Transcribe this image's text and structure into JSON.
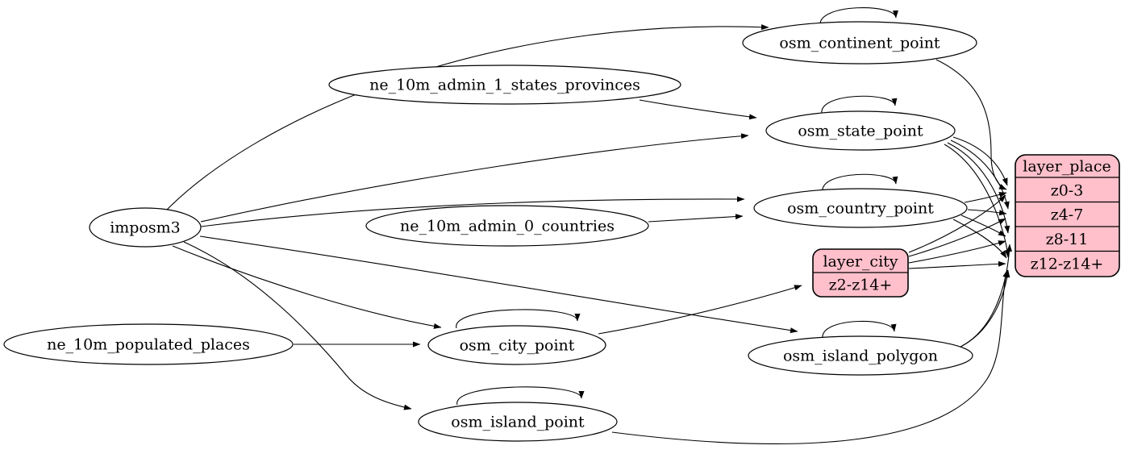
{
  "diagram": {
    "kind": "graphviz-etl-dependency-graph",
    "colors": {
      "background": "#ffffff",
      "node_fill": "#ffffff",
      "node_stroke": "#000000",
      "edge_stroke": "#000000",
      "record_fill": "#ffc0cb"
    },
    "nodes": {
      "imposm3": {
        "label": "imposm3"
      },
      "ne_admin1": {
        "label": "ne_10m_admin_1_states_provinces"
      },
      "ne_admin0": {
        "label": "ne_10m_admin_0_countries"
      },
      "ne_places": {
        "label": "ne_10m_populated_places"
      },
      "continent": {
        "label": "osm_continent_point"
      },
      "state": {
        "label": "osm_state_point"
      },
      "country": {
        "label": "osm_country_point"
      },
      "city": {
        "label": "osm_city_point"
      },
      "island_polygon": {
        "label": "osm_island_polygon"
      },
      "island_point": {
        "label": "osm_island_point"
      },
      "layer_city": {
        "title": "layer_city",
        "rows": [
          "z2-z14+"
        ]
      },
      "layer_place": {
        "title": "layer_place",
        "rows": [
          "z0-3",
          "z4-7",
          "z8-11",
          "z12-z14+"
        ]
      }
    },
    "edges": [
      {
        "from": "imposm3",
        "to": "osm_continent_point"
      },
      {
        "from": "imposm3",
        "to": "osm_state_point"
      },
      {
        "from": "imposm3",
        "to": "osm_country_point"
      },
      {
        "from": "imposm3",
        "to": "osm_city_point"
      },
      {
        "from": "imposm3",
        "to": "osm_island_polygon"
      },
      {
        "from": "imposm3",
        "to": "osm_island_point"
      },
      {
        "from": "ne_10m_admin_1_states_provinces",
        "to": "osm_state_point"
      },
      {
        "from": "ne_10m_admin_0_countries",
        "to": "osm_country_point"
      },
      {
        "from": "ne_10m_populated_places",
        "to": "osm_city_point"
      },
      {
        "from": "osm_continent_point",
        "to": "osm_continent_point"
      },
      {
        "from": "osm_state_point",
        "to": "osm_state_point"
      },
      {
        "from": "osm_country_point",
        "to": "osm_country_point"
      },
      {
        "from": "osm_city_point",
        "to": "osm_city_point"
      },
      {
        "from": "osm_island_polygon",
        "to": "osm_island_polygon"
      },
      {
        "from": "osm_island_point",
        "to": "osm_island_point"
      },
      {
        "from": "osm_continent_point",
        "to": "layer_place:z0-3"
      },
      {
        "from": "osm_state_point",
        "to": "layer_place:z0-3"
      },
      {
        "from": "osm_state_point",
        "to": "layer_place:z4-7"
      },
      {
        "from": "osm_state_point",
        "to": "layer_place:z8-11"
      },
      {
        "from": "osm_state_point",
        "to": "layer_place:z12-z14+"
      },
      {
        "from": "osm_country_point",
        "to": "layer_place:z0-3"
      },
      {
        "from": "osm_country_point",
        "to": "layer_place:z4-7"
      },
      {
        "from": "osm_country_point",
        "to": "layer_place:z8-11"
      },
      {
        "from": "osm_country_point",
        "to": "layer_place:z12-z14+"
      },
      {
        "from": "osm_city_point",
        "to": "layer_city:z2-z14+"
      },
      {
        "from": "layer_city",
        "to": "layer_place:z0-3"
      },
      {
        "from": "layer_city",
        "to": "layer_place:z4-7"
      },
      {
        "from": "layer_city",
        "to": "layer_place:z8-11"
      },
      {
        "from": "layer_city",
        "to": "layer_place:z12-z14+"
      },
      {
        "from": "osm_island_polygon",
        "to": "layer_place:z8-11"
      },
      {
        "from": "osm_island_polygon",
        "to": "layer_place:z12-z14+"
      },
      {
        "from": "osm_island_point",
        "to": "layer_place:z12-z14+"
      }
    ]
  }
}
